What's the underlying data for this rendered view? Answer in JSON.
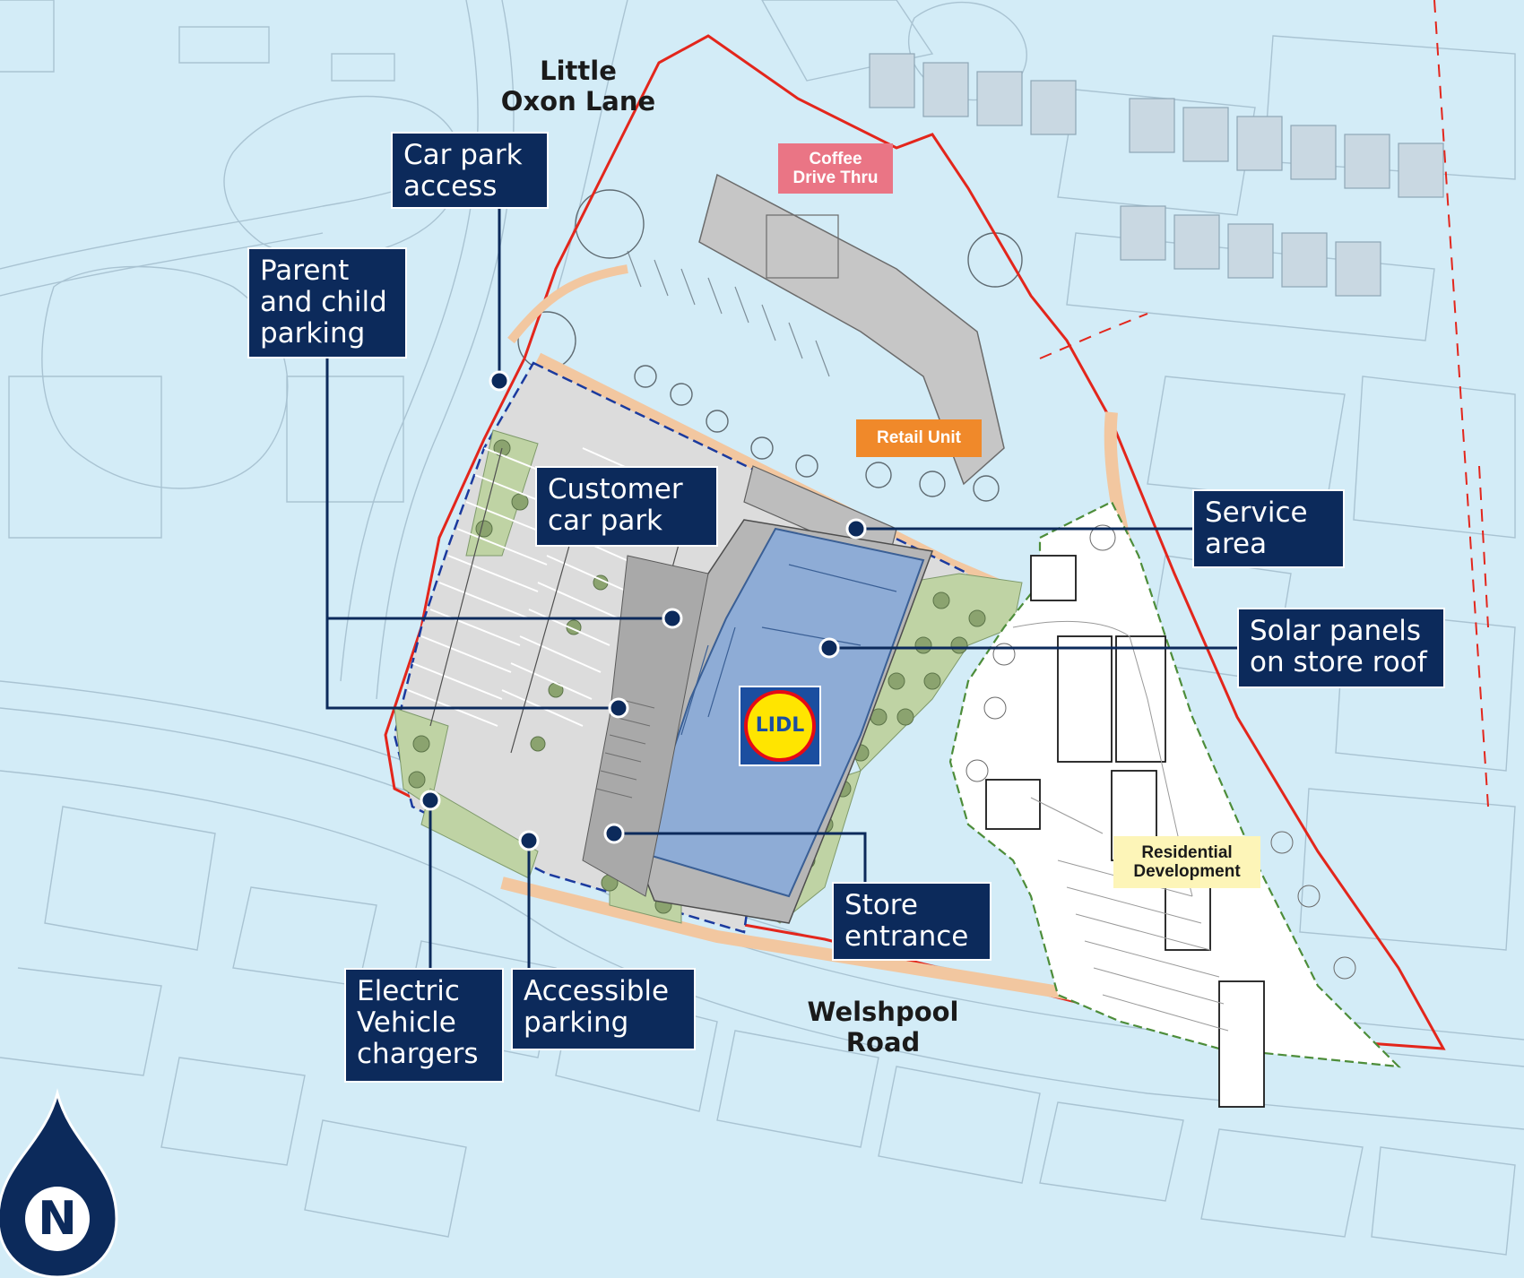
{
  "map": {
    "roads": {
      "little_oxon_lane": [
        "Little",
        "Oxon Lane"
      ],
      "welshpool_road": [
        "Welshpool",
        "Road"
      ]
    },
    "callouts": {
      "car_park_access": [
        "Car park",
        "access"
      ],
      "parent_child_parking": [
        "Parent",
        "and child",
        "parking"
      ],
      "customer_car_park": [
        "Customer",
        "car park"
      ],
      "service_area": [
        "Service",
        "area"
      ],
      "solar_panels": [
        "Solar panels",
        "on store roof"
      ],
      "store_entrance": [
        "Store",
        "entrance"
      ],
      "ev_chargers": [
        "Electric",
        "Vehicle",
        "chargers"
      ],
      "accessible_parking": [
        "Accessible",
        "parking"
      ]
    },
    "site_tags": {
      "coffee_drive_thru": [
        "Coffee",
        "Drive Thru"
      ],
      "retail_unit": [
        "Retail Unit"
      ],
      "residential_development": [
        "Residential",
        "Development"
      ]
    },
    "brand_logo": "LIDL",
    "north_arrow": "N",
    "colors": {
      "background": "#d3ecf7",
      "callout_bg": "#0c2a5b",
      "store_roof": "#8eacd6",
      "car_park": "#dcdcdc",
      "landscaping": "#bfd3a4",
      "site_boundary": "#e3261c",
      "coffee_tag": "#ea7585",
      "retail_tag": "#f0892a",
      "residential_tag": "#fdf5b8",
      "lidl_blue": "#1b4ea0",
      "lidl_yellow": "#ffe500",
      "lidl_red": "#e60a14"
    }
  }
}
